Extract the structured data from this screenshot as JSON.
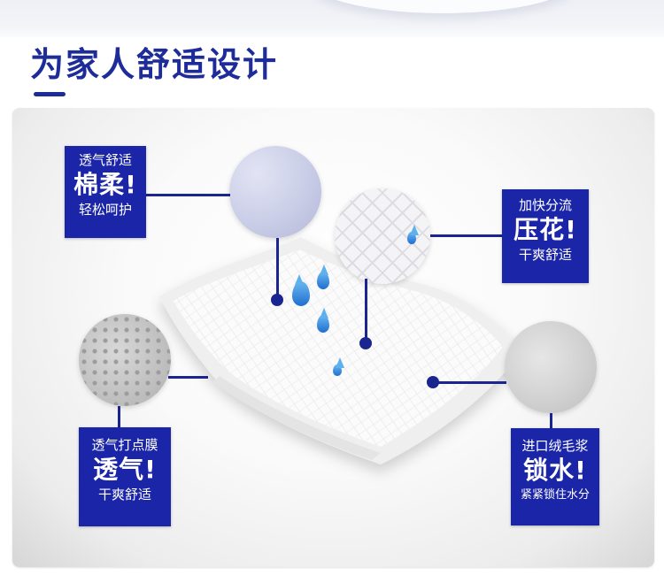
{
  "header": {
    "title": "为家人舒适设计"
  },
  "features": [
    {
      "id": "cotton",
      "sub": "透气舒适",
      "main": "棉柔!",
      "foot": "轻松呵护"
    },
    {
      "id": "emboss",
      "sub": "加快分流",
      "main": "压花!",
      "foot": "干爽舒适"
    },
    {
      "id": "film",
      "sub": "透气打点膜",
      "main": "透气!",
      "foot": "干爽舒适"
    },
    {
      "id": "pulp",
      "sub": "进口绒毛浆",
      "main": "锁水!",
      "foot": "紧紧锁住水分"
    }
  ],
  "colors": {
    "accent": "#1b25a8",
    "title": "#1e2c9a",
    "drop": "#2f86dc"
  }
}
